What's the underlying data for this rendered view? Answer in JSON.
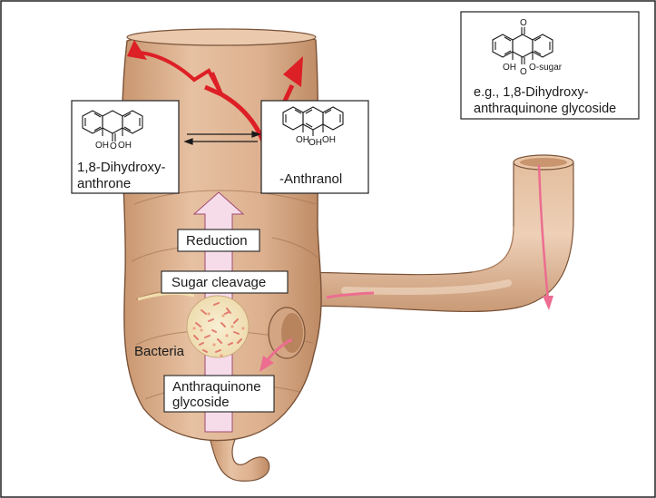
{
  "compounds": {
    "dihydroxyanthrone": {
      "name_line1": "1,8-Dihydroxy-",
      "name_line2": "anthrone",
      "atoms": {
        "o_top": "O",
        "oh_left": "OH",
        "oh_right": "OH"
      }
    },
    "anthranol": {
      "name": "-Anthranol",
      "atoms": {
        "oh_left": "OH",
        "oh_mid": "OH",
        "oh_right": "OH"
      }
    },
    "glycoside_example": {
      "name_line1": "e.g., 1,8-Dihydroxy-",
      "name_line2": "anthraquinone glycoside",
      "atoms": {
        "o_top": "O",
        "o_bottom": "O",
        "oh_left": "OH",
        "o_sugar": "O-sugar"
      }
    }
  },
  "process_labels": {
    "reduction": "Reduction",
    "sugar_cleavage": "Sugar cleavage",
    "bacteria": "Bacteria",
    "anthraquinone_line1": "Anthraquinone",
    "anthraquinone_line2": "glycoside"
  },
  "colors": {
    "colon": "#d9ad8c",
    "colon_shade": "#b98a66",
    "red_arrow": "#dd1f26",
    "pink_arrow": "#ec6d90",
    "upward_arrow": "#f6dce9"
  }
}
